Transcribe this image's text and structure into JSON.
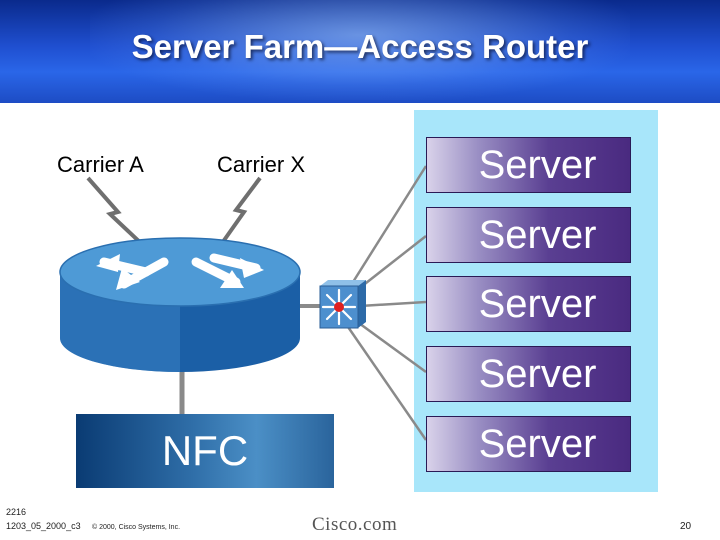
{
  "title": "Server Farm—Access Router",
  "carriers": [
    {
      "label": "Carrier A"
    },
    {
      "label": "Carrier X"
    }
  ],
  "servers": [
    {
      "label": "Server"
    },
    {
      "label": "Server"
    },
    {
      "label": "Server"
    },
    {
      "label": "Server"
    },
    {
      "label": "Server"
    }
  ],
  "nfc_label": "NFC",
  "footer": {
    "course_code": "2216",
    "slide_code": "1203_05_2000_c3",
    "copyright": "© 2000, Cisco Systems, Inc.",
    "logo_text": "Cisco.com",
    "page_number": "20"
  },
  "colors": {
    "header_blue": "#1f4fd0",
    "server_panel": "#a8e6fa",
    "server_purple": "#4a2a80",
    "router_blue": "#1a5ea8",
    "nfc_blue": "#2f6ea8"
  }
}
